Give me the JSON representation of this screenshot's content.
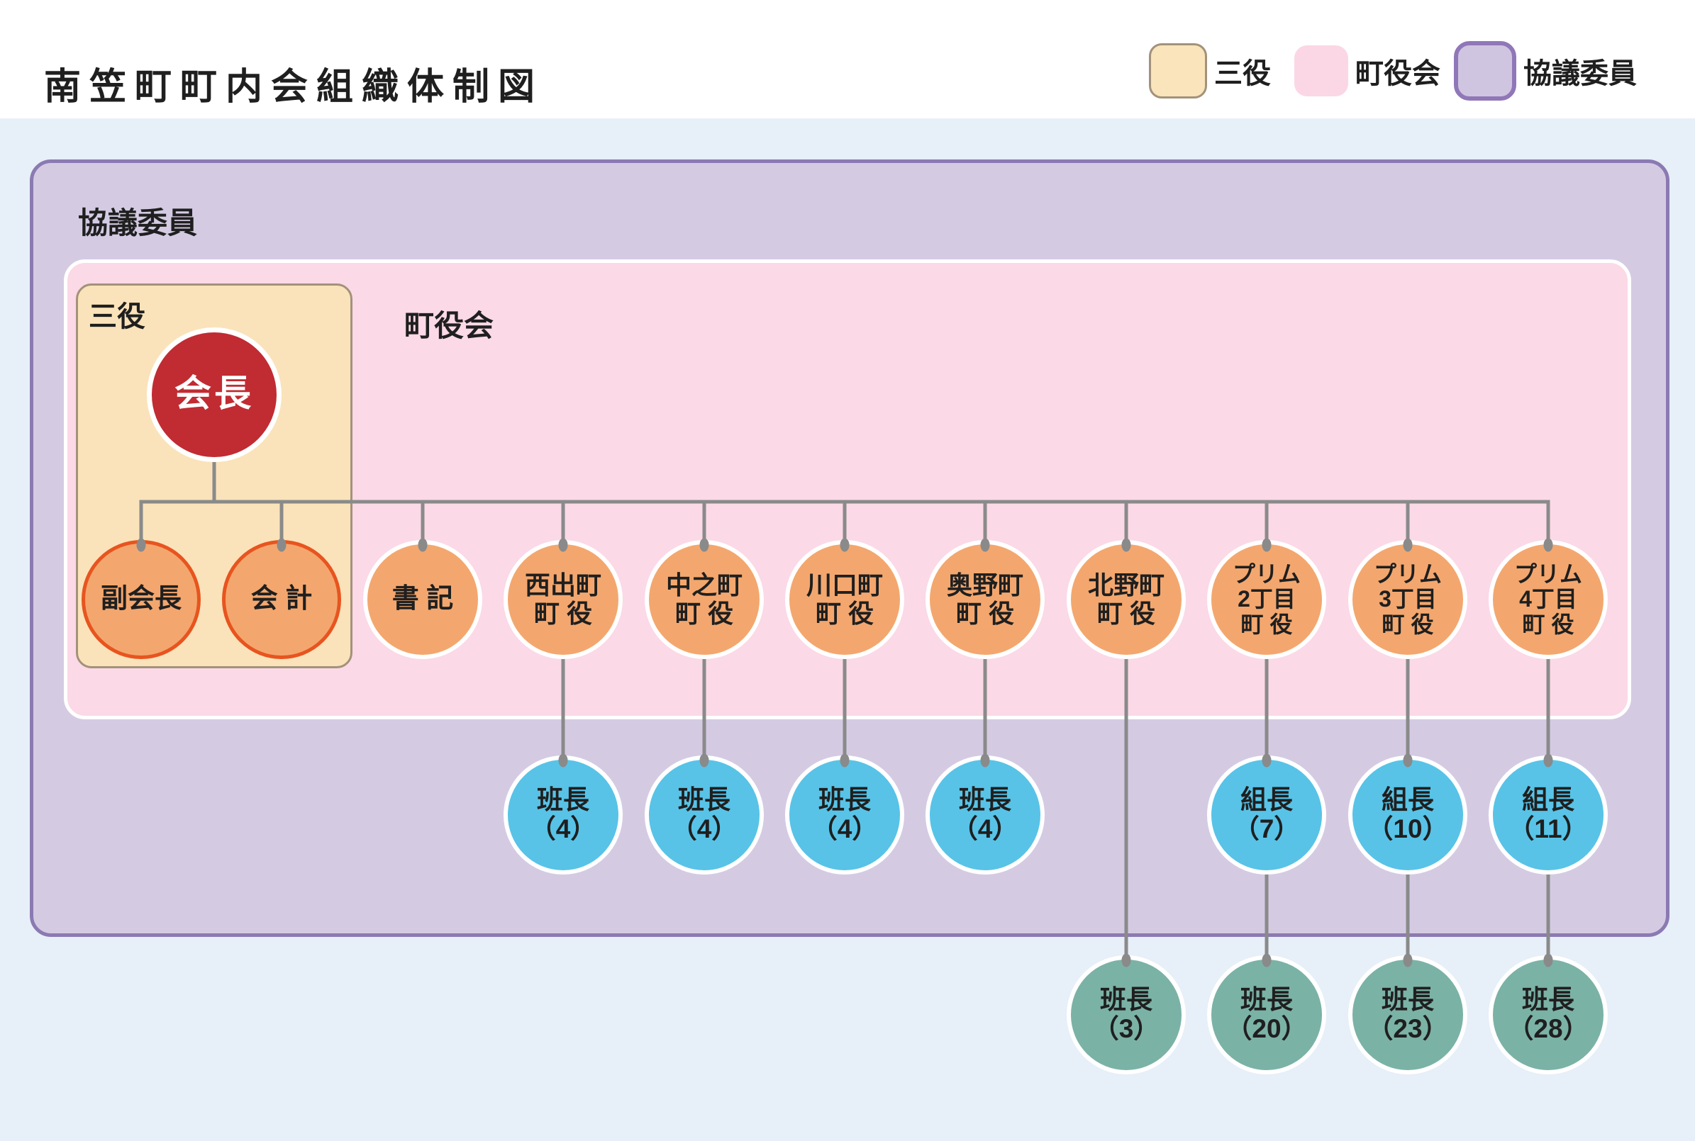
{
  "title": "南笠町町内会組織体制図",
  "legend": [
    {
      "label": "三役",
      "key": "sanyaku",
      "color": "#f9e4bb",
      "border": "#a3927a"
    },
    {
      "label": "町役会",
      "key": "chouyakukai",
      "color": "#fbd7e5",
      "border": null
    },
    {
      "label": "協議委員",
      "key": "kyougi",
      "color": "#cfc5e0",
      "border": "#9077b8"
    }
  ],
  "groups": {
    "kyougi_label": "協議委員",
    "chouyakukai_label": "町役会",
    "sanyaku_label": "三役"
  },
  "chairman": {
    "label": "会長"
  },
  "officers": [
    {
      "lines": [
        "副会長"
      ],
      "group": "sanyaku"
    },
    {
      "lines": [
        "会 計"
      ],
      "group": "sanyaku"
    },
    {
      "lines": [
        "書 記"
      ],
      "group": "chouyakukai"
    },
    {
      "lines": [
        "西出町",
        "町 役"
      ],
      "group": "chouyakukai",
      "child": {
        "lines": [
          "班長",
          "（4）"
        ],
        "role": "班長",
        "count": 4
      }
    },
    {
      "lines": [
        "中之町",
        "町 役"
      ],
      "group": "chouyakukai",
      "child": {
        "lines": [
          "班長",
          "（4）"
        ],
        "role": "班長",
        "count": 4
      }
    },
    {
      "lines": [
        "川口町",
        "町 役"
      ],
      "group": "chouyakukai",
      "child": {
        "lines": [
          "班長",
          "（4）"
        ],
        "role": "班長",
        "count": 4
      }
    },
    {
      "lines": [
        "奥野町",
        "町 役"
      ],
      "group": "chouyakukai",
      "child": {
        "lines": [
          "班長",
          "（4）"
        ],
        "role": "班長",
        "count": 4
      }
    },
    {
      "lines": [
        "北野町",
        "町 役"
      ],
      "group": "chouyakukai",
      "grandchild": {
        "lines": [
          "班長",
          "（3）"
        ],
        "role": "班長",
        "count": 3
      }
    },
    {
      "lines": [
        "プリム",
        "2丁目",
        "町 役"
      ],
      "group": "chouyakukai",
      "child": {
        "lines": [
          "組長",
          "（7）"
        ],
        "role": "組長",
        "count": 7
      },
      "grandchild": {
        "lines": [
          "班長",
          "（20）"
        ],
        "role": "班長",
        "count": 20
      }
    },
    {
      "lines": [
        "プリム",
        "3丁目",
        "町 役"
      ],
      "group": "chouyakukai",
      "child": {
        "lines": [
          "組長",
          "（10）"
        ],
        "role": "組長",
        "count": 10
      },
      "grandchild": {
        "lines": [
          "班長",
          "（23）"
        ],
        "role": "班長",
        "count": 23
      }
    },
    {
      "lines": [
        "プリム",
        "4丁目",
        "町 役"
      ],
      "group": "chouyakukai",
      "child": {
        "lines": [
          "組長",
          "（11）"
        ],
        "role": "組長",
        "count": 11
      },
      "grandchild": {
        "lines": [
          "班長",
          "（28）"
        ],
        "role": "班長",
        "count": 28
      }
    }
  ],
  "colors": {
    "background_band": "#e7eff8",
    "kyougi_box": "#d4cbe3",
    "kyougi_border": "#8b7ab2",
    "chouyakukai_box": "#fbd9e7",
    "sanyaku_box": "#fae3ba",
    "sanyaku_border": "#a3927a",
    "chairman": "#c12b32",
    "officer_fill": "#f3a76e",
    "officer_accent_border": "#e8541f",
    "mid_fill": "#58c3e7",
    "bottom_fill": "#7bb2a6",
    "connector": "#8a8a8a"
  }
}
